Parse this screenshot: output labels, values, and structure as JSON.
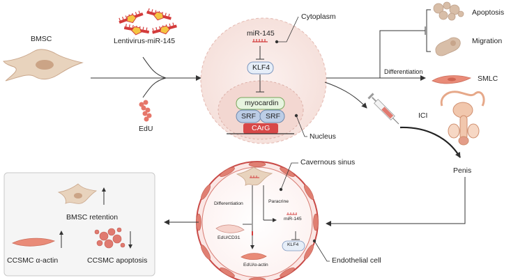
{
  "left_panel": {
    "cell": "BMSC",
    "vector": "Lentivirus-miR-145",
    "label_dye": "EdU"
  },
  "cell_panel": {
    "compartment_cytoplasm": "Cytoplasm",
    "compartment_nucleus": "Nucleus",
    "mirna": "miR-145",
    "target": "KLF4",
    "cofactor": "myocardin",
    "srf_left": "SRF",
    "srf_right": "SRF",
    "element": "CArG"
  },
  "right_panel": {
    "outcome_apoptosis": "Apoptosis",
    "outcome_migration": "Migration",
    "differentiation": "Differentiation",
    "smlc": "SMLC",
    "ici": "ICI",
    "penis": "Penis"
  },
  "sinus_panel": {
    "title": "Cavernous sinus",
    "differentiation": "Differentiation",
    "paracrine": "Paracrine",
    "marker_cd31": "EdU/CD31",
    "marker_actin": "EdU/α-actin",
    "mirna": "miR-145",
    "target": "KLF4",
    "endothelial": "Endothelial cell"
  },
  "result_box": {
    "retention": "BMSC retention",
    "actin": "CCSMC α-actin",
    "apoptosis": "CCSMC apoptosis"
  },
  "colors": {
    "bmsc_fill": "#e8d3bd",
    "smc_fill": "#e98b78",
    "dna_red": "#d84848",
    "srf_blue": "#bccde6",
    "myocardin_green": "#e7f4df",
    "klf4_blue": "#e6eef8",
    "vessel_red": "#c94a47"
  }
}
